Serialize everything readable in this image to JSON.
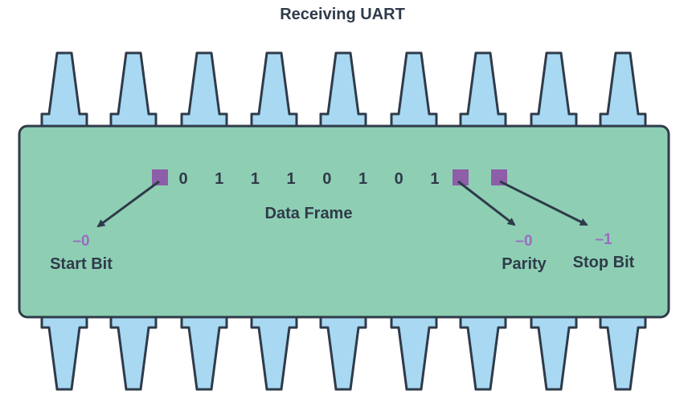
{
  "title": "Receiving UART",
  "data_frame": {
    "label": "Data Frame",
    "bits": [
      "0",
      "1",
      "1",
      "1",
      "0",
      "1",
      "0",
      "1"
    ]
  },
  "start_bit": {
    "label": "Start Bit",
    "value": "–0"
  },
  "parity": {
    "label": "Parity",
    "value": "–0"
  },
  "stop_bit": {
    "label": "Stop Bit",
    "value": "–1"
  },
  "colors": {
    "chip_body": "#8ecfb4",
    "pin_fill": "#a8d8f2",
    "outline": "#2f3b4a",
    "marker": "#8e5ea8",
    "value_text": "#9b6cbf",
    "label_text": "#2f3b4a"
  }
}
